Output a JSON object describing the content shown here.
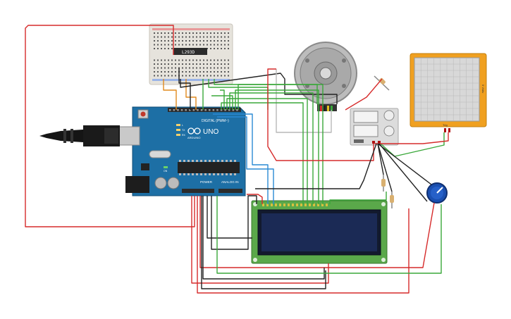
{
  "breadboard": {
    "chip_label": "L293D"
  },
  "arduino": {
    "brand": "UNO",
    "sub_brand": "ARDUINO",
    "digital_label": "DIGITAL (PWM~)",
    "power_label": "POWER",
    "analog_label": "ANALOG IN",
    "tx_label": "TX",
    "rx_label": "RX",
    "on_label": "ON",
    "l_label": "L"
  },
  "oscilloscope": {
    "top_label": "Trig",
    "side_label": "5 V/div"
  },
  "colors": {
    "wire_red": "#d62b2b",
    "wire_black": "#222222",
    "wire_green": "#3aa83a",
    "wire_blue": "#2a8ad4",
    "wire_orange": "#e08a1e",
    "arduino_blue": "#1d6fa5",
    "lcd_green": "#5aa84a",
    "lcd_screen": "#1b2a55",
    "scope_orange": "#f0a020",
    "pot_blue": "#1a4fb0"
  }
}
